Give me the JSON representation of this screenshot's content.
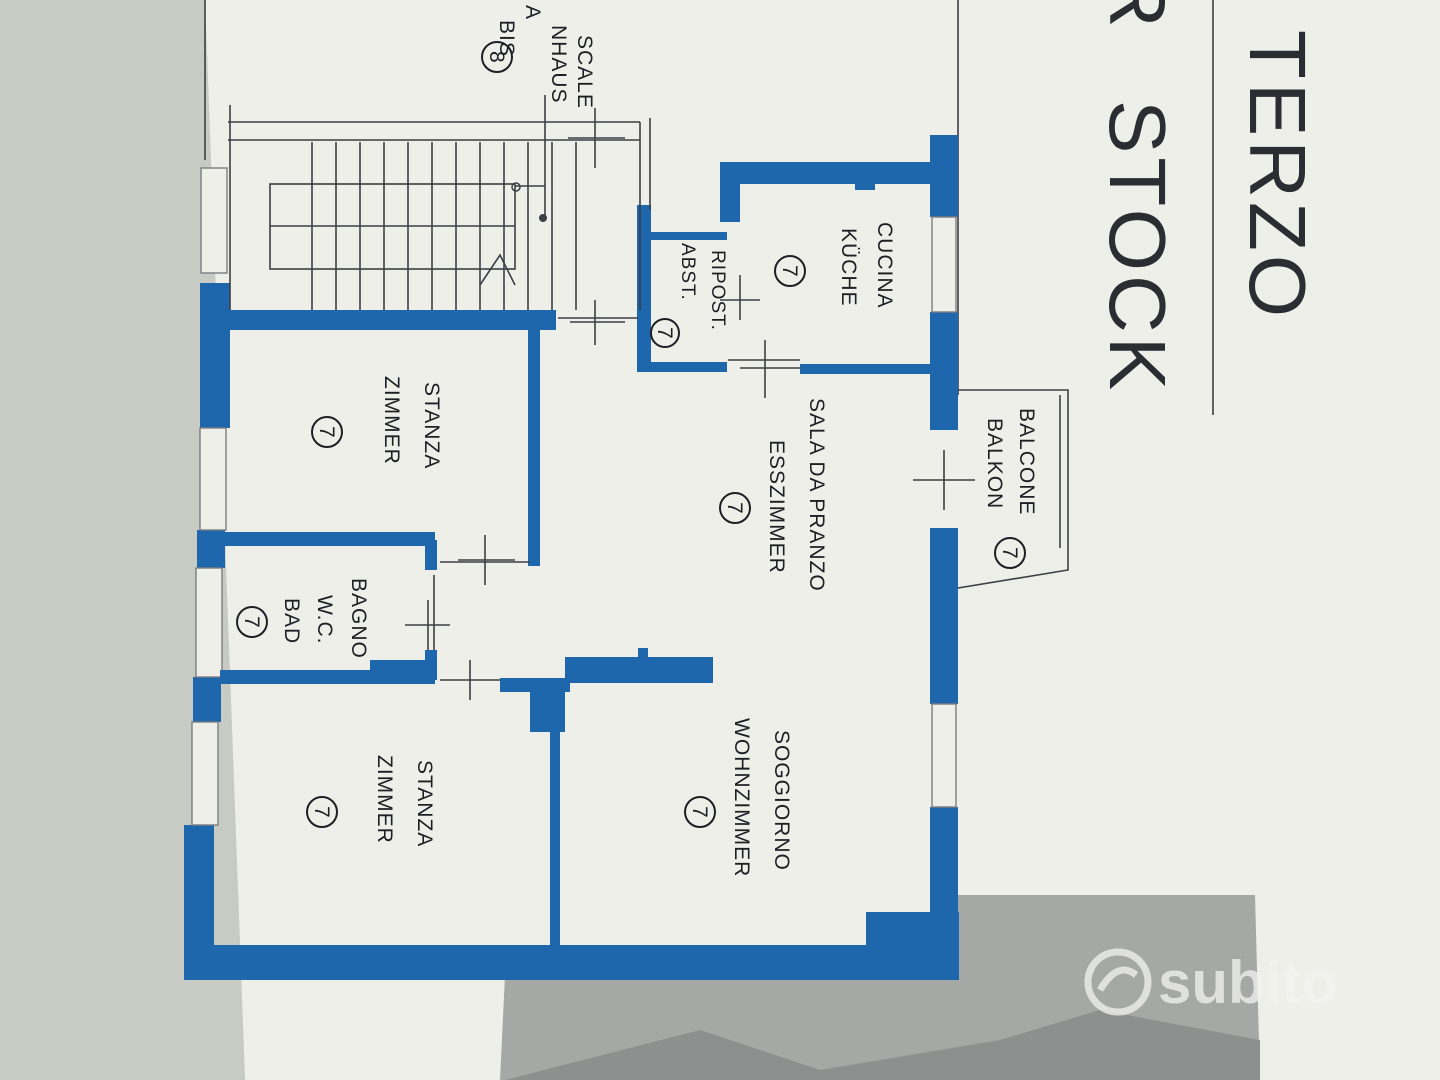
{
  "title": {
    "floor_it": "TERZO",
    "floor_de": "STOCK",
    "floor_it_cut": "O",
    "floor_de_cut": "R"
  },
  "stairs": {
    "line1": "SCALE",
    "line2": "NHAUS",
    "line3": "A",
    "line4": "BIS",
    "number": "8"
  },
  "rooms": {
    "cucina": {
      "it": "CUCINA",
      "de": "KÜCHE",
      "number": "7"
    },
    "ripost": {
      "it": "RIPOST.",
      "de": "ABST.",
      "number": "7"
    },
    "stanza1": {
      "it": "STANZA",
      "de": "ZIMMER",
      "number": "7"
    },
    "sala": {
      "it": "SALA DA PRANZO",
      "de": "ESSZIMMER",
      "number": "7"
    },
    "balcone": {
      "it": "BALCONE",
      "de": "BALKON",
      "number": "7"
    },
    "bagno": {
      "it": "BAGNO",
      "mid": "W.C.",
      "de": "BAD",
      "number": "7"
    },
    "stanza2": {
      "it": "STANZA",
      "de": "ZIMMER",
      "number": "7"
    },
    "soggiorno": {
      "it": "SOGGIORNO",
      "de": "WOHNZIMMER",
      "number": "7"
    }
  },
  "watermark": "subito",
  "colors": {
    "wall": "#1f67ad",
    "paper": "#eeefe9",
    "background": "#c9ccc6"
  }
}
